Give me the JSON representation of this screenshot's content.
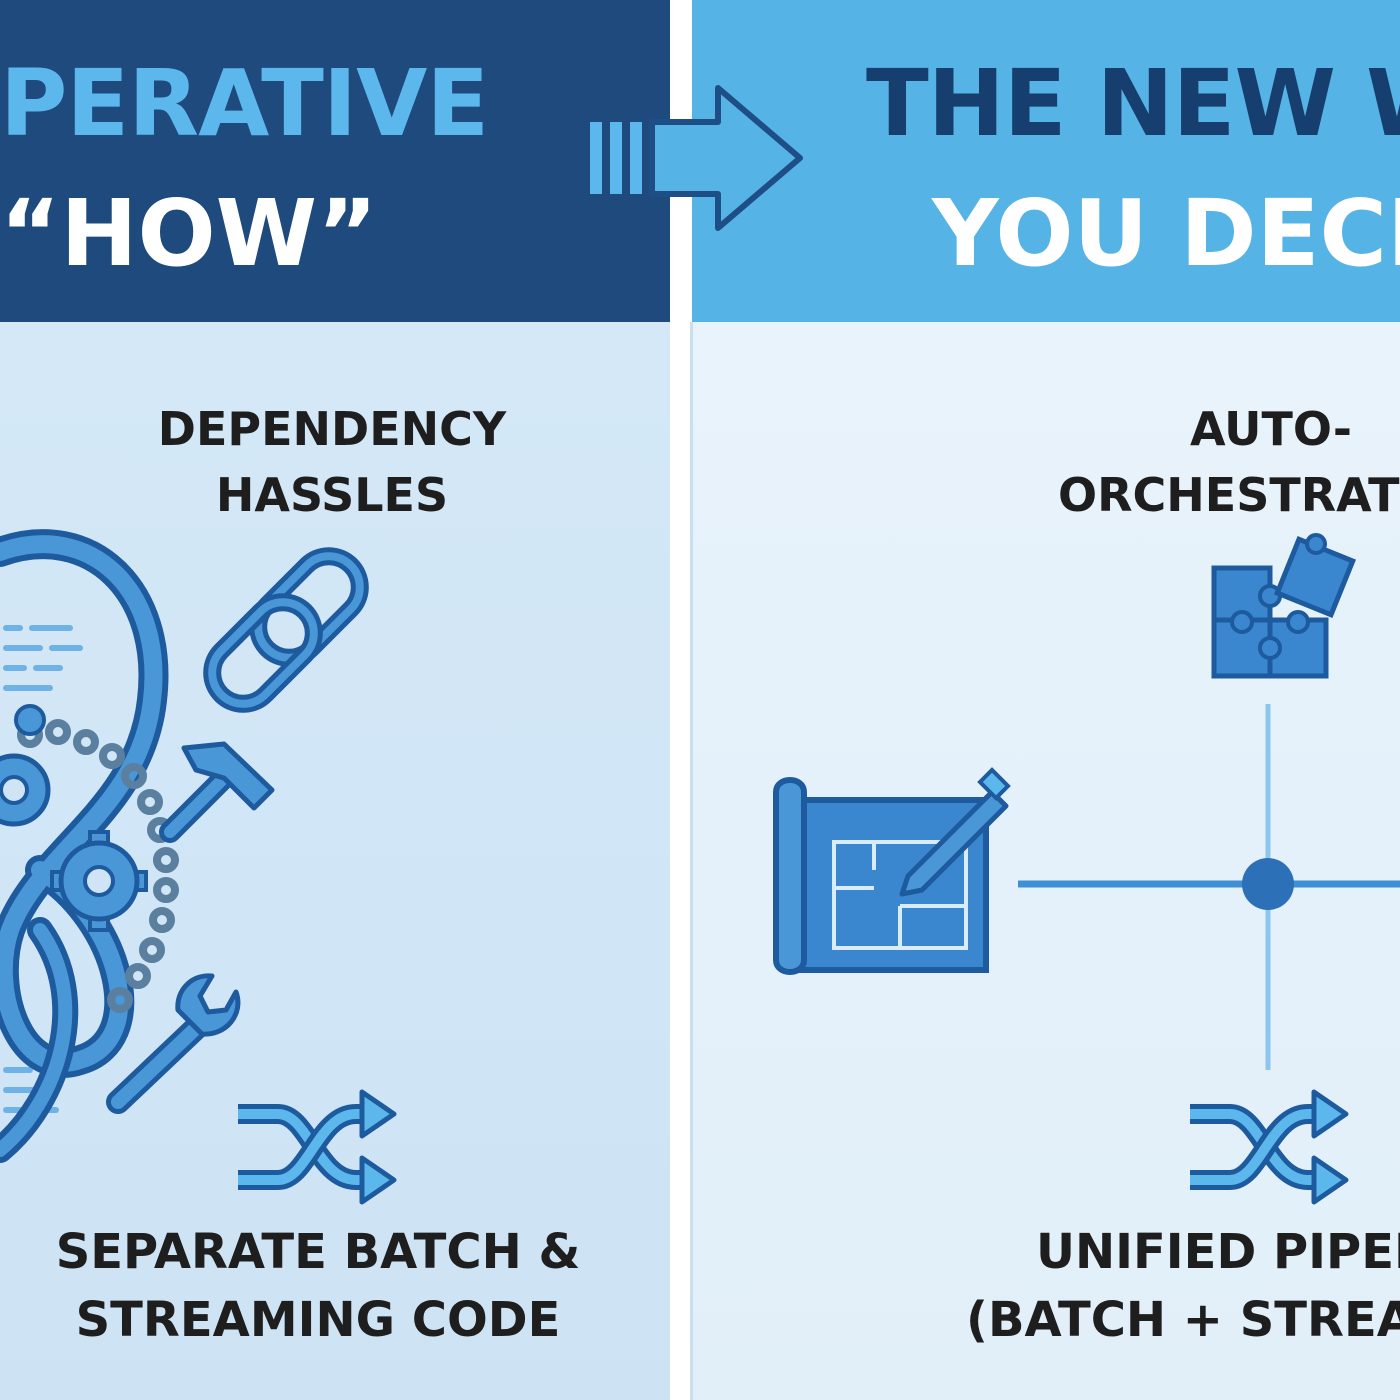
{
  "left": {
    "title_line1": "PERATIVE",
    "title_line2": "“HOW”",
    "label_top_line1": "DEPENDENCY",
    "label_top_line2": "HASSLES",
    "label_bottom_line1": "SEPARATE BATCH &",
    "label_bottom_line2": "STREAMING CODE"
  },
  "right": {
    "title_line1": "THE NEW W",
    "title_line2": "YOU DECL",
    "label_top_line1": "AUTO-",
    "label_top_line2": "ORCHESTRAT",
    "label_bottom_line1": "UNIFIED PIPEL",
    "label_bottom_line2": "(BATCH + STREA"
  },
  "icons": {
    "left_cluster": "tangled-loop-gears-tools-icon",
    "left_top": "chain-link-icon",
    "left_bottom": "shuffle-arrows-icon",
    "transition": "arrow-right-icon",
    "right_top": "puzzle-pieces-icon",
    "right_center": "blueprint-pencil-icon",
    "right_bottom": "shuffle-arrows-icon"
  },
  "colors": {
    "left_header": "#1f4a7e",
    "right_header": "#56b3e6",
    "accent_light": "#5cb8ec",
    "icon_fill": "#3a86cf",
    "icon_stroke": "#1d5a9e"
  }
}
